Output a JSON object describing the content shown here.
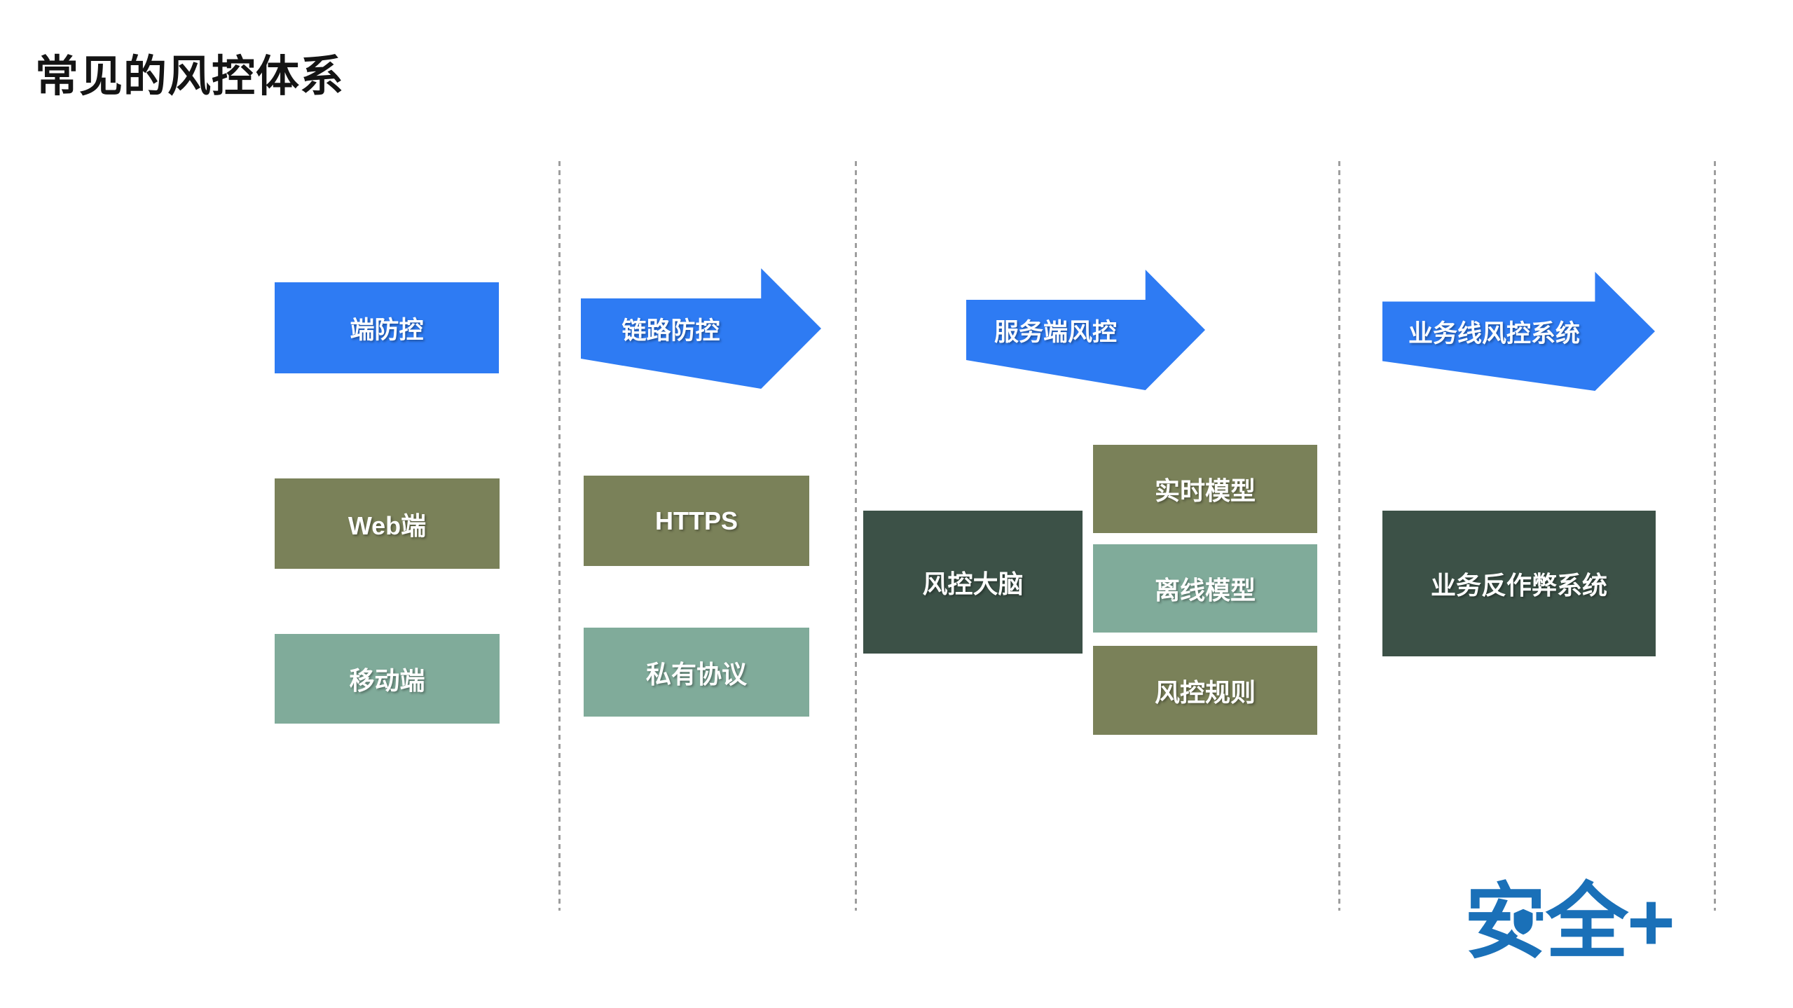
{
  "title": "常见的风控体系",
  "colors": {
    "header_blue": "#2E7BF3",
    "olive_green": "#7A8159",
    "sage_green": "#80AB9A",
    "dark_green": "#3C5147",
    "logo_blue": "#1A70B8",
    "divider_gray": "#9E9E9E",
    "title_black": "#141414"
  },
  "columns": [
    {
      "header": {
        "label": "端防控",
        "shape": "rectangle"
      },
      "items": [
        {
          "label": "Web端",
          "tone": "olive"
        },
        {
          "label": "移动端",
          "tone": "sage"
        }
      ]
    },
    {
      "header": {
        "label": "链路防控",
        "shape": "arrow"
      },
      "items": [
        {
          "label": "HTTPS",
          "tone": "olive"
        },
        {
          "label": "私有协议",
          "tone": "sage"
        }
      ]
    },
    {
      "header": {
        "label": "服务端风控",
        "shape": "arrow"
      },
      "items": [
        {
          "label": "风控大脑",
          "tone": "dark"
        },
        {
          "label": "实时模型",
          "tone": "olive"
        },
        {
          "label": "离线模型",
          "tone": "sage"
        },
        {
          "label": "风控规则",
          "tone": "olive"
        }
      ]
    },
    {
      "header": {
        "label": "业务线风控系统",
        "shape": "arrow"
      },
      "items": [
        {
          "label": "业务反作弊系统",
          "tone": "dark"
        }
      ]
    }
  ],
  "logo": {
    "text": "安全+"
  }
}
